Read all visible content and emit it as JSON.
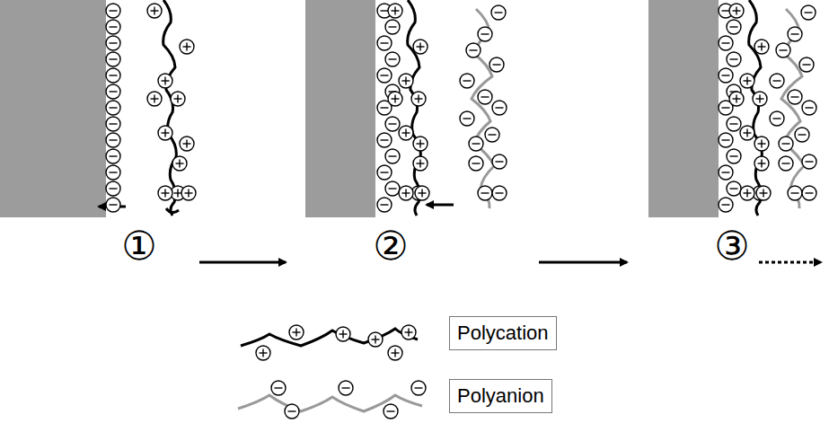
{
  "diagram": {
    "labels": [
      "①",
      "②",
      "③"
    ],
    "legend": [
      {
        "text": "Polycation"
      },
      {
        "text": "Polyanion"
      }
    ]
  }
}
